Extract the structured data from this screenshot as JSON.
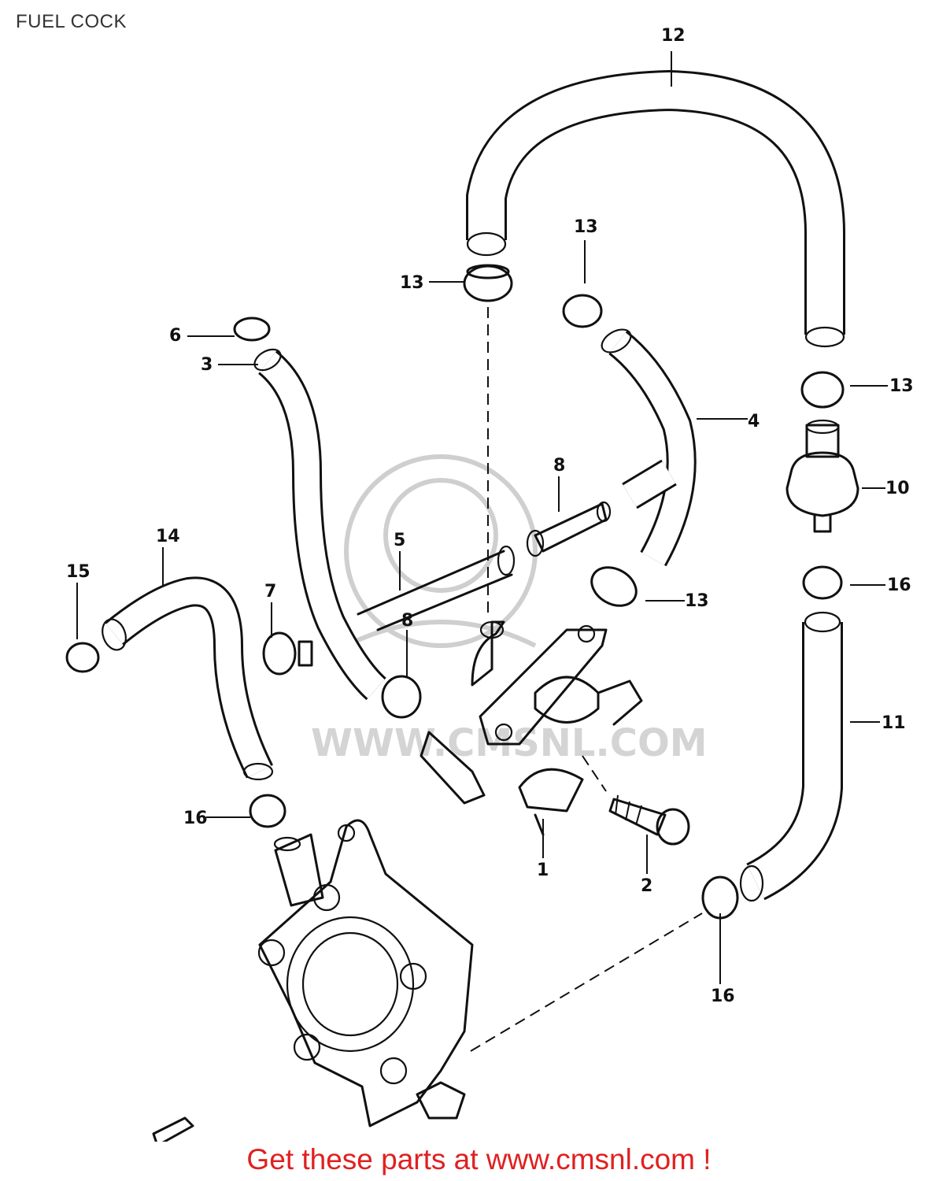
{
  "title": "FUEL COCK",
  "footer": "Get these parts at www.cmsnl.com !",
  "labels": {
    "l1": "1",
    "l2": "2",
    "l3": "3",
    "l4": "4",
    "l5": "5",
    "l6": "6",
    "l7": "7",
    "l8a": "8",
    "l8b": "8",
    "l10": "10",
    "l11": "11",
    "l12": "12",
    "l13a": "13",
    "l13b": "13",
    "l13c": "13",
    "l13d": "13",
    "l14": "14",
    "l15": "15",
    "l16a": "16",
    "l16b": "16",
    "l16c": "16"
  },
  "colors": {
    "footer": "#e02020",
    "lines": "#111111",
    "watermark": "#d4d4d4"
  }
}
